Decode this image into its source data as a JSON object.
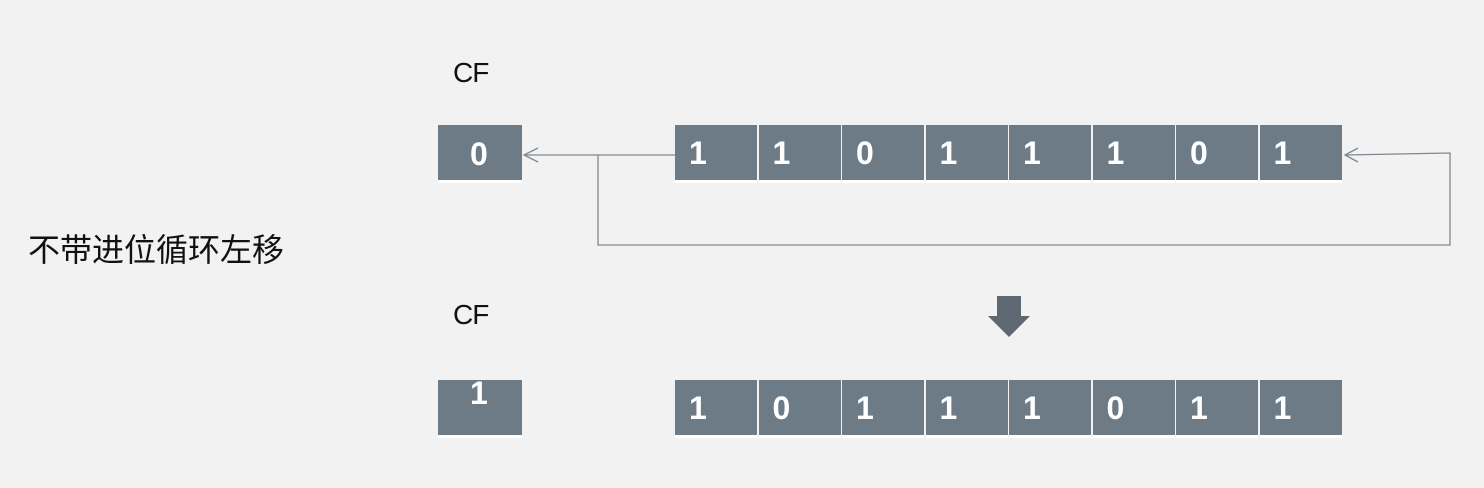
{
  "title": "不带进位循环左移",
  "before": {
    "cf_label": "CF",
    "cf_value": "0",
    "bits": [
      "1",
      "1",
      "0",
      "1",
      "1",
      "1",
      "0",
      "1"
    ]
  },
  "after": {
    "cf_label": "CF",
    "cf_value": "1",
    "bits": [
      "1",
      "0",
      "1",
      "1",
      "1",
      "0",
      "1",
      "1"
    ]
  },
  "icons": {
    "transition": "down-arrow-icon",
    "flow": "arrowhead-left-icon"
  },
  "colors": {
    "background": "#f2f2f2",
    "box": "#6d7b87",
    "box_text": "#ffffff",
    "line": "#7d8892",
    "down_arrow": "#5d6873"
  }
}
